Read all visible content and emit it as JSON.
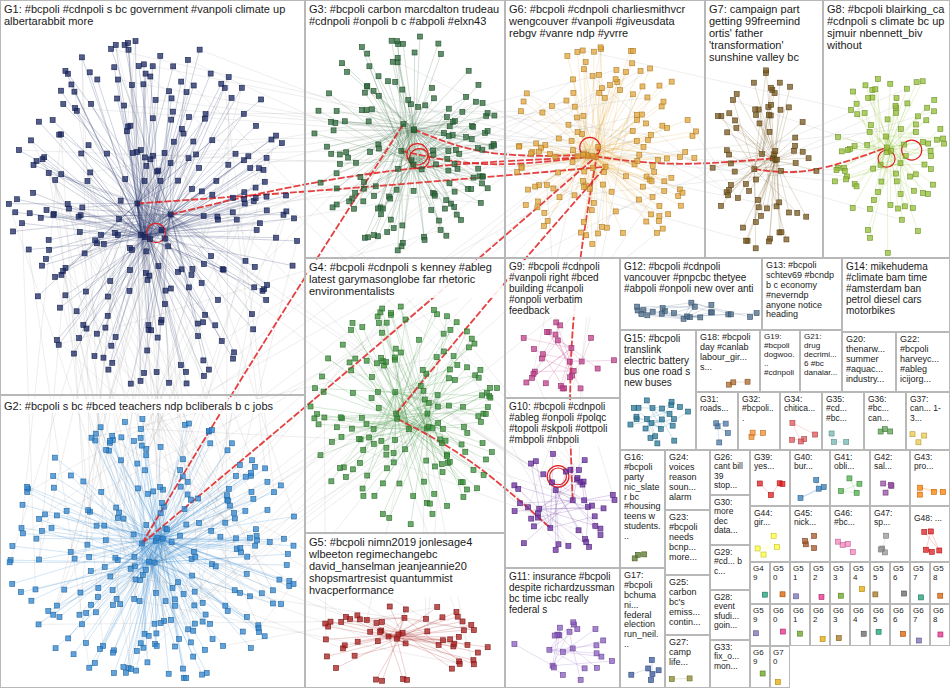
{
  "diagram": {
    "nodes": [
      {
        "text": [
          "G1: #bcpoli #cdnpoli s bc government #vanpoli climate up albertarabbit more"
        ]
      },
      {
        "text": [
          "G2: #bcpoli s bc #bced teachers ndp bcliberals b c jobs"
        ]
      },
      {
        "text": [
          "G3: #bcpoli carbon marcdalton trudeau #cdnpoli #onpoli b c #abpoli #elxn43"
        ]
      },
      {
        "text": [
          "G4: #bcpoli #cdnpoli s kenney #ableg latest garymasonglobe far rhetoric environmentalists"
        ]
      },
      {
        "text": [
          "G5: #bcpoli nimn2019 jonlesage4 wlbeeton regimechangebc david_hanselman jeanjeannie20 shopsmartresist quantummist hvacperformance"
        ]
      },
      {
        "text": [
          "G6: #bcpoli #cdnpoli charliesmithvcr wengcouver #vanpoli #giveusdata rebgv #vanre ndp #yvrre"
        ]
      },
      {
        "text": [
          "G7: campaign part getting 99freemind ortis' father 'transformation' sunshine valley bc"
        ]
      },
      {
        "text": [
          "G8: #bcpoli blairking_ca #cdnpoli s climate bc up sjmuir nbennett_biv without"
        ]
      },
      {
        "text": [
          "G9: #bcpoli #cdnpoli #vanpoli right #bced building #canpoli #onpoli verbatim feedback"
        ]
      },
      {
        "text": [
          "G10: #bcpoli #cdnpoli #ableg #onpoli #polqc #topoli #skpoli #ottpoli #mbpoli #nbpoli"
        ]
      },
      {
        "text": [
          "G11: insurance #bcpoli despite richardzussman bc time icbc really federal s"
        ]
      },
      {
        "text": [
          "G12: #bcpoli #cdnpoli vancouver #pnpcbc thetyee #abpoli #onpoli new over anti"
        ]
      },
      {
        "text": [
          "G13: #bcpoli schtev69 #bcndp b c economy #neverndp anyone notice heading"
        ]
      },
      {
        "text": [
          "G14: mikehudema #climate bam time #amsterdam ban petrol diesel cars motorbikes"
        ]
      },
      {
        "text": [
          "G15: #bcpoli translink electric battery bus one road s new buses"
        ]
      },
      {
        "text": [
          "G16: #bcpoli party nic_slater bc #housing teens w students..."
        ]
      },
      {
        "text": [
          "G17: #bcpoli bchumani... federal election run_neil..."
        ]
      },
      {
        "text": [
          "G18: #bcpoli day #canlab labour_gir... s..."
        ]
      },
      {
        "text": [
          "G19: #bcpoli dogwoo... #cdnpoli"
        ]
      },
      {
        "text": [
          "G20: thenarw... summer #aquac... industry..."
        ]
      },
      {
        "text": [
          "G21: drug decrimi... 6 #bc danalar..."
        ]
      },
      {
        "text": [
          "G22: #bcpoli harveyc... #ableg icijorg..."
        ]
      },
      {
        "text": [
          "G23: #bcpoli needs bcnp... more..."
        ]
      },
      {
        "text": [
          "G24: voices reason soun... alarm"
        ]
      },
      {
        "text": [
          "G25: carbon bc's emiss... contin..."
        ]
      },
      {
        "text": [
          "G26: cant bill 39 stop..."
        ]
      },
      {
        "text": [
          "G27: camp life..."
        ]
      },
      {
        "text": [
          "G28: event sfudi... goin..."
        ]
      },
      {
        "text": [
          "G29: #cd... b c..."
        ]
      },
      {
        "text": [
          "G30: more dec data..."
        ]
      },
      {
        "text": [
          "G31: roads..."
        ]
      },
      {
        "text": [
          "G32: #bcpoli..."
        ]
      },
      {
        "text": [
          "G33: fix_o... mon..."
        ]
      },
      {
        "text": [
          "G34: chitica..."
        ]
      },
      {
        "text": [
          "G35: #cd... #bc..."
        ]
      },
      {
        "text": [
          "G36: #bc... can..."
        ]
      },
      {
        "text": [
          "G37: can... 1-3..."
        ]
      },
      {
        "text": [
          "G39: yes..."
        ]
      },
      {
        "text": [
          "G40: bur..."
        ]
      },
      {
        "text": [
          "G41: obli..."
        ]
      },
      {
        "text": [
          "G42: sal..."
        ]
      },
      {
        "text": [
          "G43: pro..."
        ]
      },
      {
        "text": [
          "G44: gir..."
        ]
      },
      {
        "text": [
          "G45: nick..."
        ]
      },
      {
        "text": [
          "G46: #bc..."
        ]
      },
      {
        "text": [
          "G47: sp..."
        ]
      },
      {
        "text": [
          "G48: ..."
        ]
      },
      {
        "text": [
          "G49"
        ]
      },
      {
        "text": [
          "G50"
        ]
      },
      {
        "text": [
          "G51"
        ]
      },
      {
        "text": [
          "G52"
        ]
      },
      {
        "text": [
          "G53"
        ]
      },
      {
        "text": [
          "G54"
        ]
      },
      {
        "text": [
          "G55"
        ]
      },
      {
        "text": [
          "G56"
        ]
      },
      {
        "text": [
          "G57"
        ]
      },
      {
        "text": [
          "G58"
        ]
      },
      {
        "text": [
          "G59"
        ]
      },
      {
        "text": [
          "G60"
        ]
      },
      {
        "text": [
          "G61"
        ]
      },
      {
        "text": [
          "G62"
        ]
      },
      {
        "text": [
          "G63"
        ]
      },
      {
        "text": [
          "G64"
        ]
      },
      {
        "text": [
          "G65"
        ]
      },
      {
        "text": [
          "G66"
        ]
      },
      {
        "text": [
          "G67"
        ]
      },
      {
        "text": [
          "G68"
        ]
      },
      {
        "text": [
          "G69"
        ]
      },
      {
        "text": [
          "G70"
        ]
      }
    ]
  }
}
